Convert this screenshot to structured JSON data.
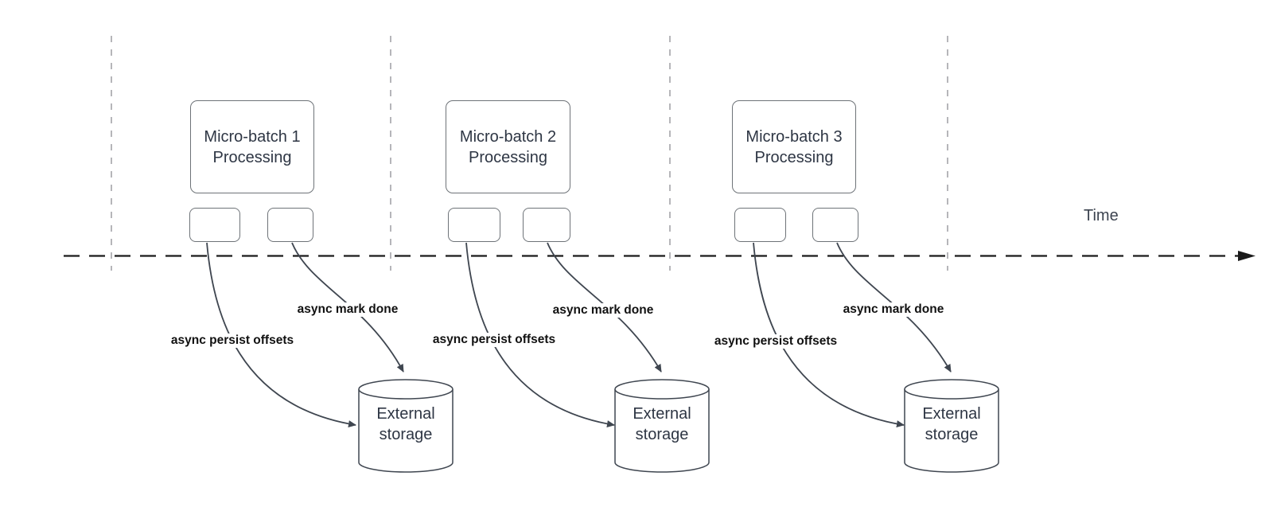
{
  "diagram": {
    "time_axis": {
      "label": "Time"
    },
    "groups": [
      {
        "batch_label": "Micro-batch 1\nProcessing",
        "persist_label": "async persist offsets",
        "mark_done_label": "async mark done",
        "storage_label": "External\nstorage"
      },
      {
        "batch_label": "Micro-batch 2\nProcessing",
        "persist_label": "async persist offsets",
        "mark_done_label": "async mark done",
        "storage_label": "External\nstorage"
      },
      {
        "batch_label": "Micro-batch 3\nProcessing",
        "persist_label": "async persist offsets",
        "mark_done_label": "async mark done",
        "storage_label": "External\nstorage"
      }
    ],
    "colors": {
      "background": "#ffffff",
      "gridline": "#a3a3a8",
      "timeline": "#1a1a1a",
      "shape_stroke": "#6e7378",
      "connector": "#3f4650",
      "bold_label_text": "#111111",
      "shape_text": "#2e3644"
    }
  }
}
